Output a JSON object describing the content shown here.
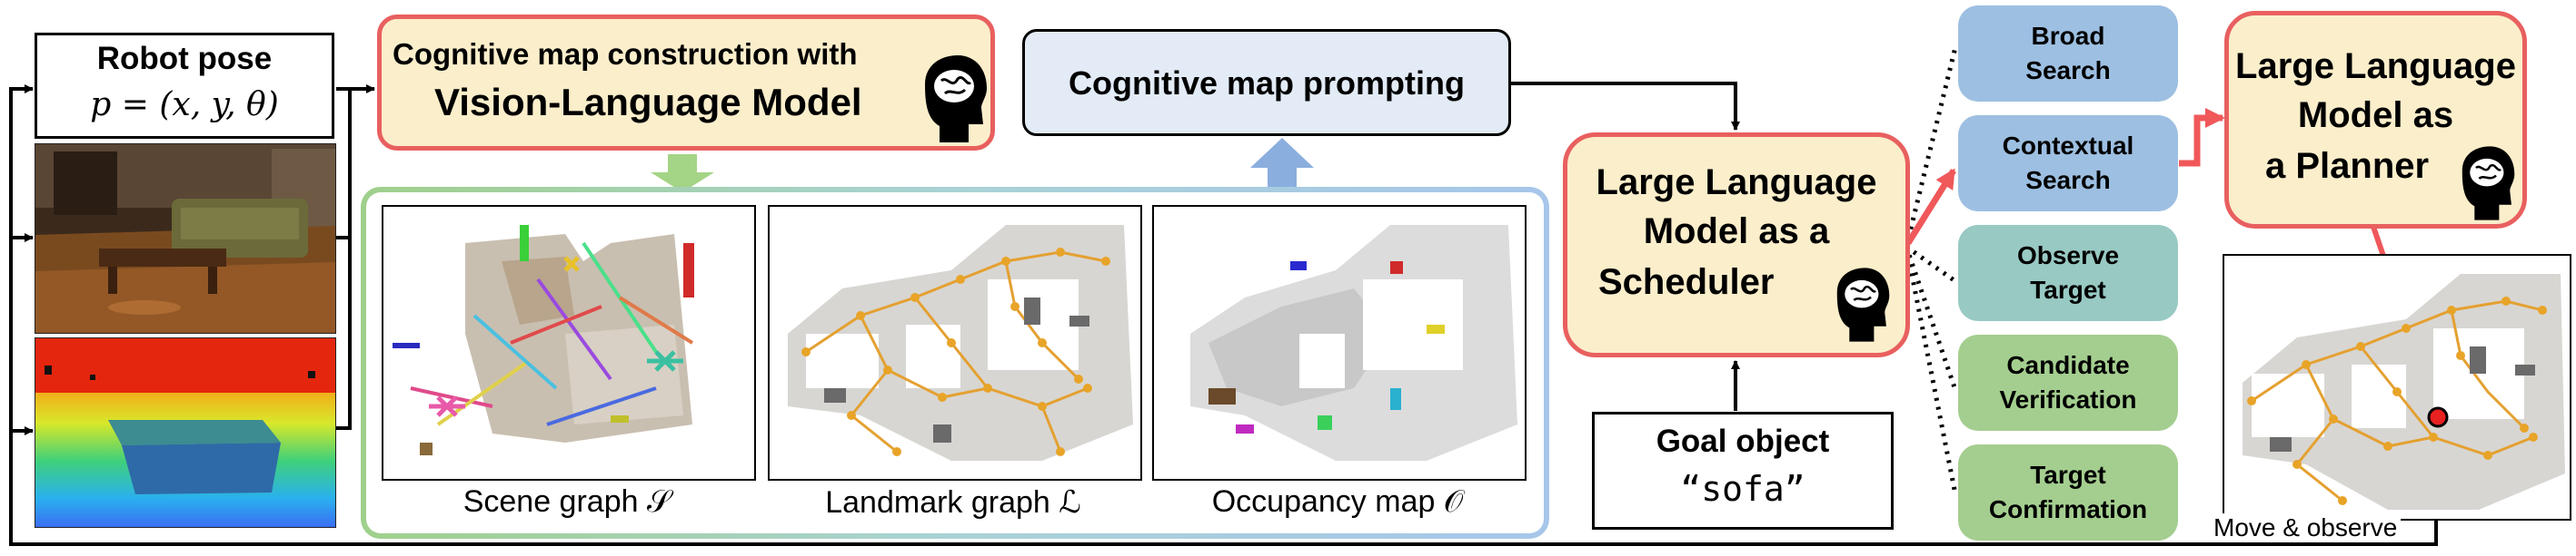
{
  "robot_pose": {
    "title": "Robot pose",
    "formula": "p = (x, y, θ)"
  },
  "cognitive_map": {
    "line1": "Cognitive map construction with",
    "line2": "Vision-Language Model"
  },
  "prompting": {
    "label": "Cognitive map prompting"
  },
  "panels": [
    {
      "caption": "Scene graph 𝒮"
    },
    {
      "caption": "Landmark graph ℒ"
    },
    {
      "caption": "Occupancy map 𝒪"
    }
  ],
  "scheduler": {
    "line1": "Large Language",
    "line2": "Model as a",
    "line3": "Scheduler"
  },
  "goal": {
    "title": "Goal object",
    "value": "“sofa”"
  },
  "modes": [
    {
      "line1": "Broad",
      "line2": "Search",
      "color": "#9dbfe1"
    },
    {
      "line1": "Contextual",
      "line2": "Search",
      "color": "#9dbfe1"
    },
    {
      "line1": "Observe",
      "line2": "Target",
      "color": "#98c9c3"
    },
    {
      "line1": "Candidate",
      "line2": "Verification",
      "color": "#a4ce8f"
    },
    {
      "line1": "Target",
      "line2": "Confirmation",
      "color": "#a4ce8f"
    }
  ],
  "planner": {
    "line1": "Large Language",
    "line2": "Model as",
    "line3": "a Planner"
  },
  "move": {
    "label": "Move & observe"
  },
  "colors": {
    "llm_border": "#e8605f",
    "llm_fill": "#fbeecb",
    "prompt_fill": "#e2ebf6",
    "red_arrow": "#f0585a"
  }
}
